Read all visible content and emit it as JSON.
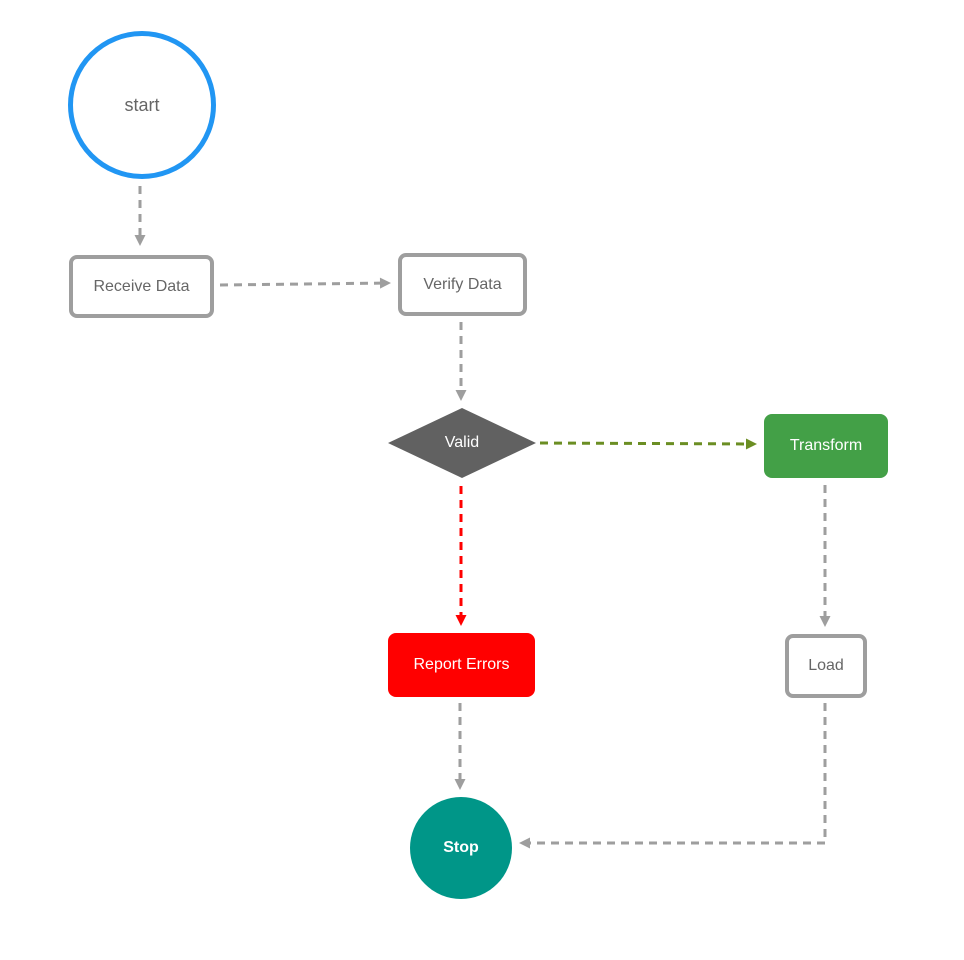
{
  "nodes": {
    "start": {
      "label": "start",
      "shape": "circle",
      "color": "#2196f3"
    },
    "receive": {
      "label": "Receive Data",
      "shape": "rounded-rect",
      "color": "#9e9e9e"
    },
    "verify": {
      "label": "Verify Data",
      "shape": "rounded-rect",
      "color": "#9e9e9e"
    },
    "valid": {
      "label": "Valid",
      "shape": "diamond",
      "color": "#616161"
    },
    "transform": {
      "label": "Transform",
      "shape": "rounded-rect",
      "color": "#43a047"
    },
    "report": {
      "label": "Report Errors",
      "shape": "rounded-rect",
      "color": "#ff0000"
    },
    "load": {
      "label": "Load",
      "shape": "rounded-rect",
      "color": "#9e9e9e"
    },
    "stop": {
      "label": "Stop",
      "shape": "circle",
      "color": "#009688"
    }
  },
  "edges": [
    {
      "from": "start",
      "to": "receive",
      "color": "#9e9e9e",
      "style": "dashed"
    },
    {
      "from": "receive",
      "to": "verify",
      "color": "#9e9e9e",
      "style": "dashed"
    },
    {
      "from": "verify",
      "to": "valid",
      "color": "#9e9e9e",
      "style": "dashed"
    },
    {
      "from": "valid",
      "to": "transform",
      "color": "#6b8e23",
      "style": "dashed"
    },
    {
      "from": "valid",
      "to": "report",
      "color": "#ff0000",
      "style": "dashed"
    },
    {
      "from": "transform",
      "to": "load",
      "color": "#9e9e9e",
      "style": "dashed"
    },
    {
      "from": "report",
      "to": "stop",
      "color": "#9e9e9e",
      "style": "dashed"
    },
    {
      "from": "load",
      "to": "stop",
      "color": "#9e9e9e",
      "style": "dashed"
    }
  ]
}
